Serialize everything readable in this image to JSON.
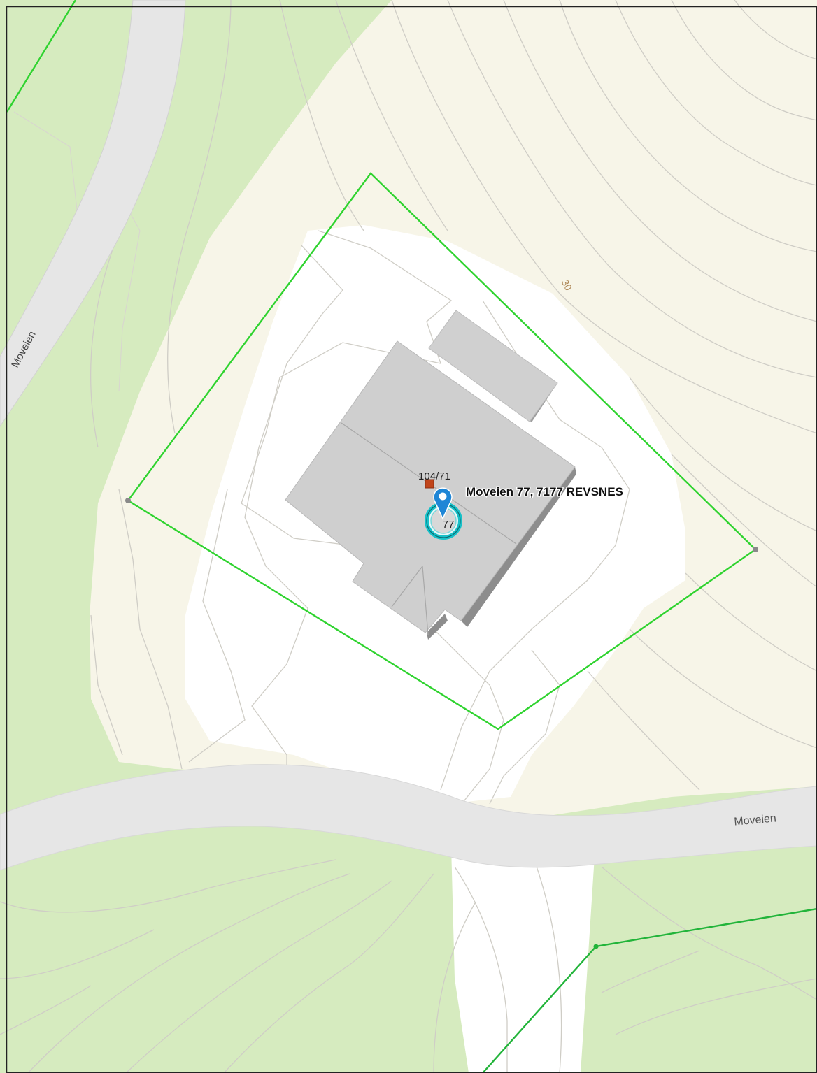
{
  "map": {
    "road_labels": {
      "upper_left": "Moveien",
      "lower_right": "Moveien"
    },
    "contour_label": "30",
    "parcel_label": "104/71",
    "address_label": "Moveien 77, 7177 REVSNES",
    "house_number": "77",
    "icons": {
      "location_pin": "map-pin-icon",
      "address_marker": "address-ring-icon",
      "parcel_point": "parcel-square-icon"
    },
    "colors": {
      "forest": "#d6ebbf",
      "open_land": "#f7f5e8",
      "built_area": "#ffffff",
      "road": "#e6e6e6",
      "building": "#cfcfcf",
      "property_boundary": "#2fd32f",
      "pin": "#1f86d6",
      "ring": "#17c0c8",
      "parcel_point": "#c0441a"
    }
  }
}
